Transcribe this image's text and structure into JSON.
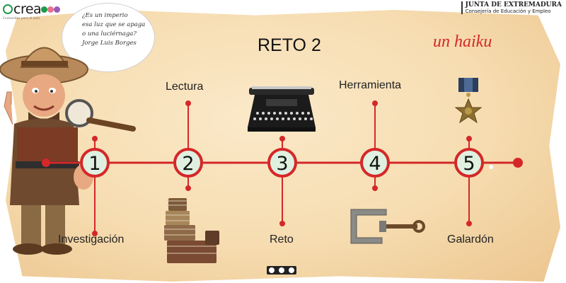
{
  "header": {
    "logo_text": "crea",
    "logo_dot_colors": [
      "#1e9a4a",
      "#e5728f",
      "#9b59b6"
    ],
    "logo_subtitle": "Contenidos para el aula",
    "institution_line1": "JUNTA DE EXTREMADURA",
    "institution_line2": "Consejería de Educación y Empleo"
  },
  "quote": {
    "lines": [
      "¿Es un imperio",
      "esa luz que se apaga",
      "o una luciérnaga?",
      "Jorge Luis Borges"
    ]
  },
  "title": "RETO 2",
  "subtitle": "un haiku",
  "steps": [
    {
      "number": "1",
      "label": "Investigación"
    },
    {
      "number": "2",
      "label": "Lectura"
    },
    {
      "number": "3",
      "label": "Reto"
    },
    {
      "number": "4",
      "label": "Herramienta"
    },
    {
      "number": "5",
      "label": "Galardón"
    }
  ],
  "colors": {
    "accent": "#d42828",
    "circle_fill": "#dff0e0",
    "parchment": "#f6dcb0"
  },
  "icons": [
    "cowboy-character-icon",
    "magnifying-glass-icon",
    "books-stack-icon",
    "typewriter-icon",
    "clamp-icon",
    "medal-icon",
    "creative-commons-icon"
  ]
}
